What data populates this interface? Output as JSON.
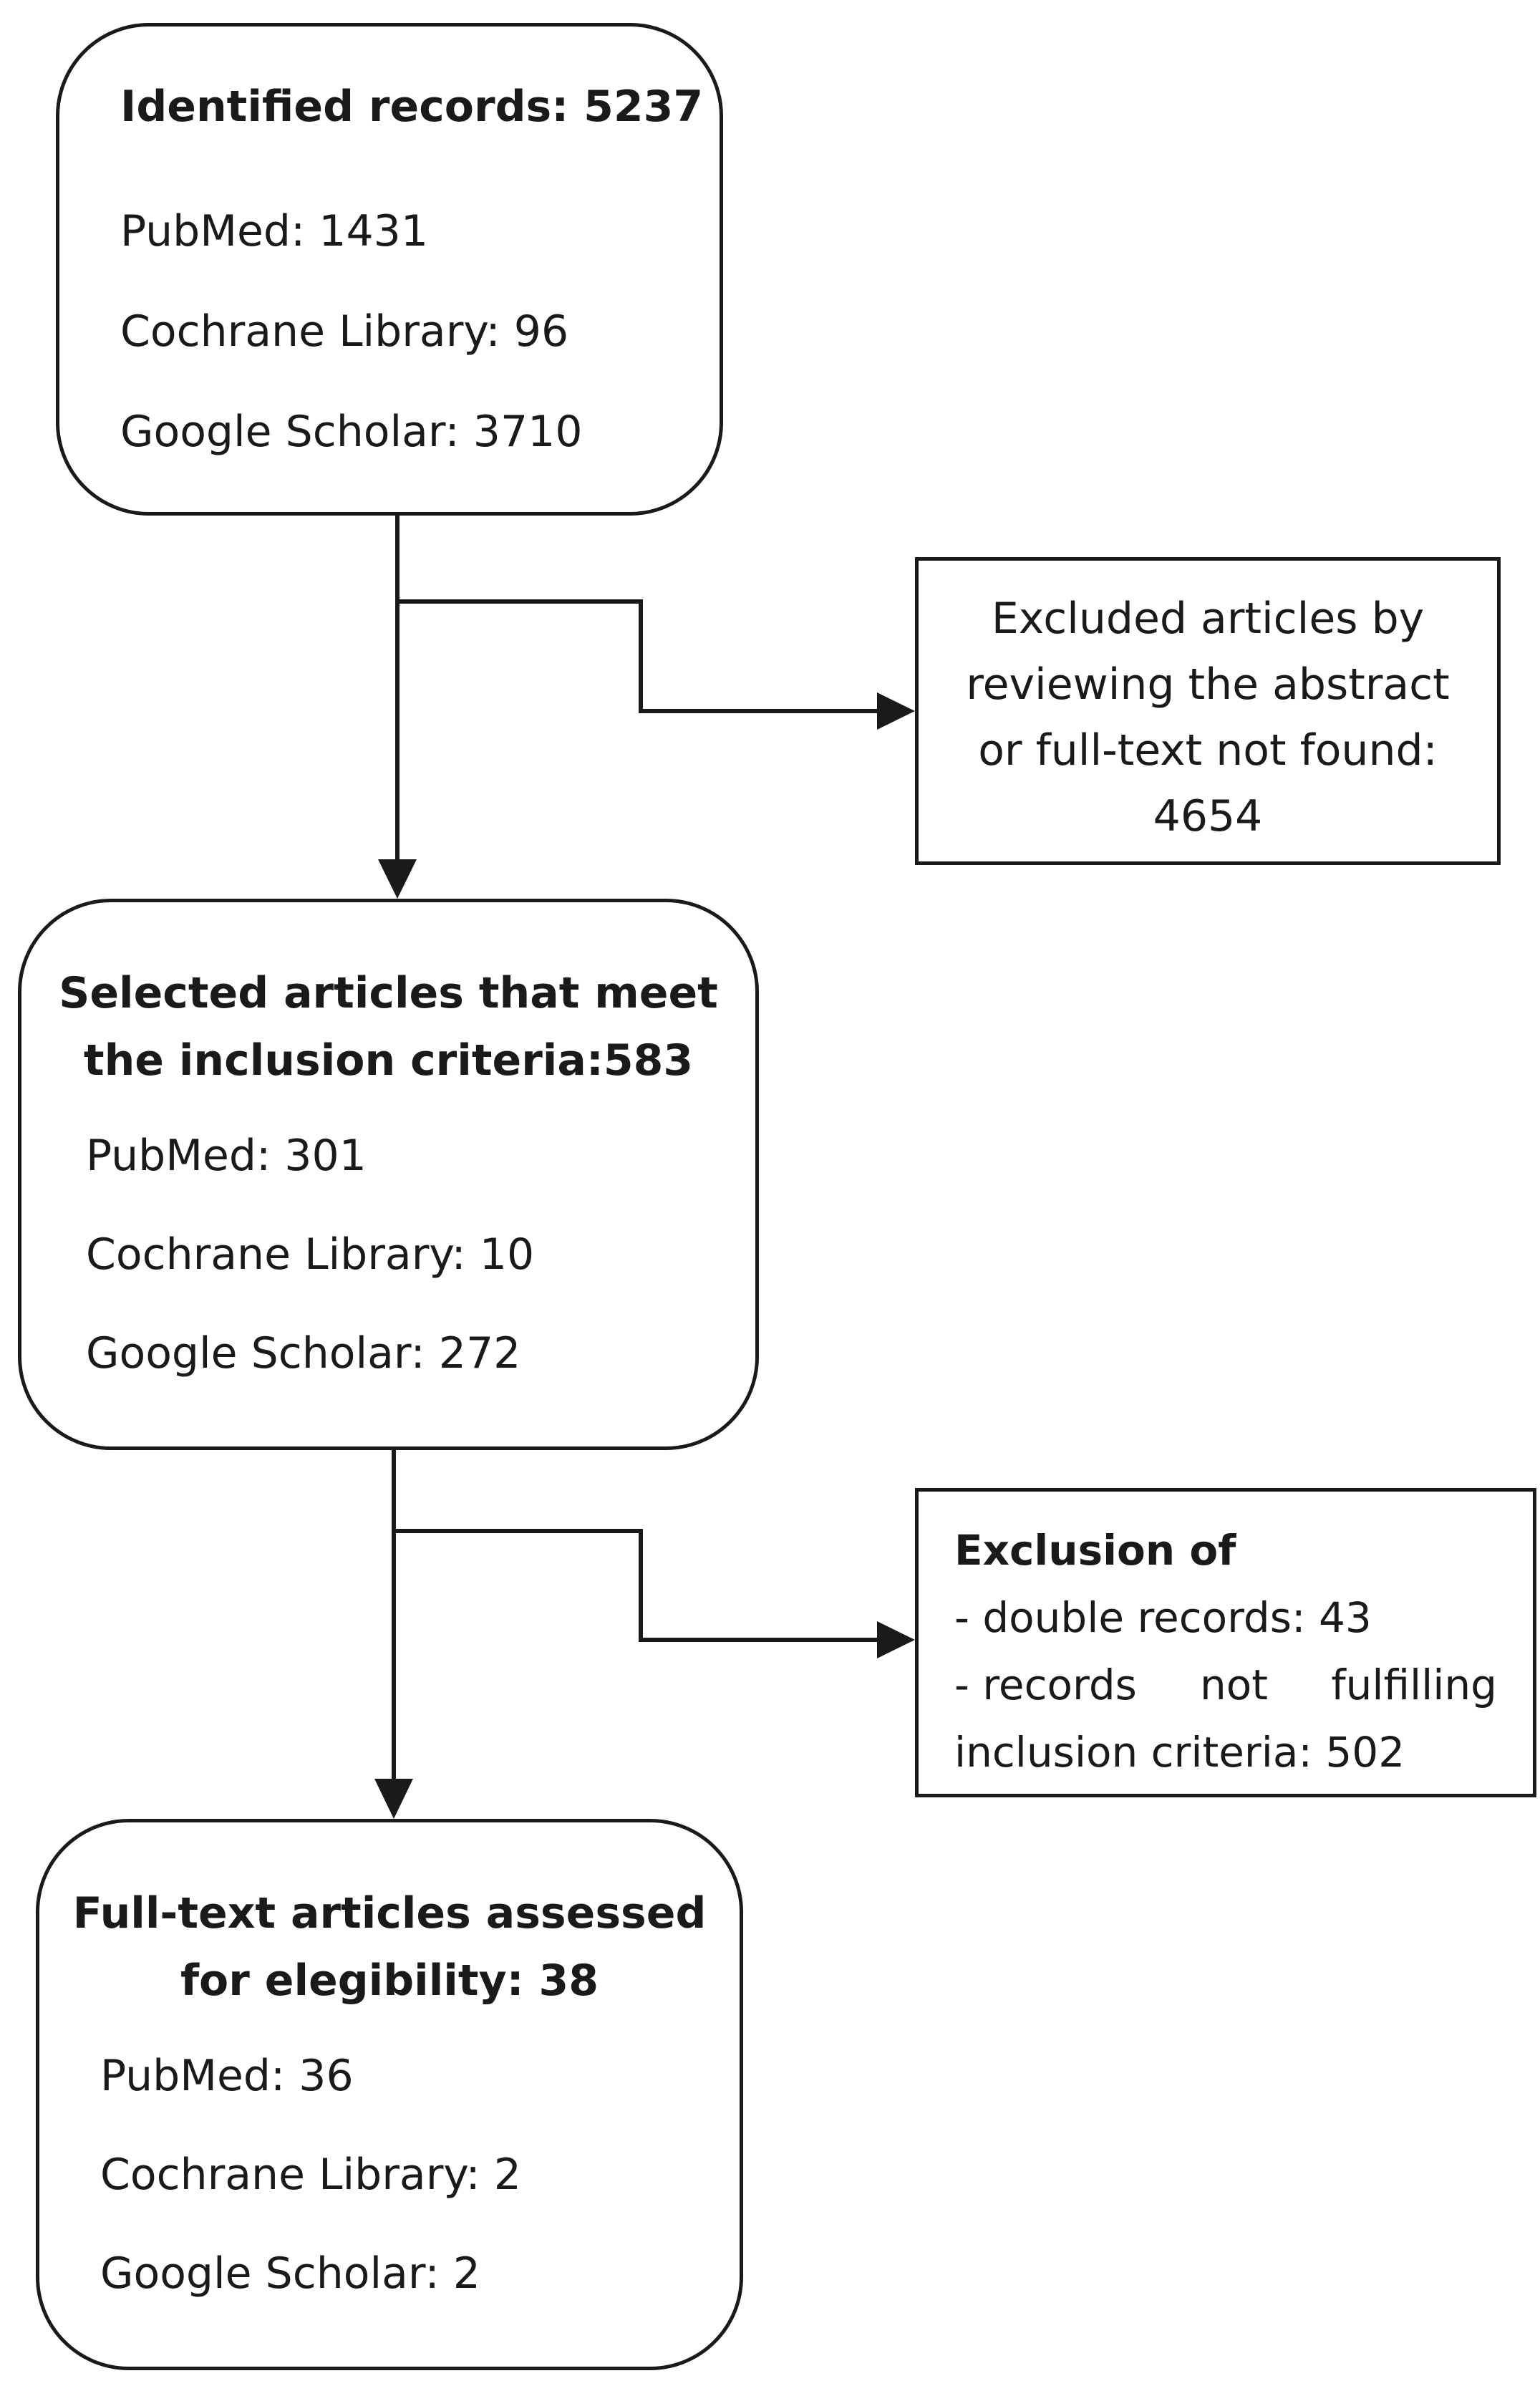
{
  "box1": {
    "title": "Identified records: 5237",
    "items": [
      "PubMed: 1431",
      "Cochrane Library: 96",
      "Google Scholar: 3710"
    ]
  },
  "excluded1": {
    "lines": [
      "Excluded articles by",
      "reviewing the abstract",
      "or full-text not found:",
      "4654"
    ]
  },
  "box2": {
    "title_line1": "Selected articles that meet",
    "title_line2": "the inclusion criteria:583",
    "items": [
      "PubMed: 301",
      "Cochrane Library: 10",
      "Google Scholar: 272"
    ]
  },
  "excluded2": {
    "title": "Exclusion of",
    "line1": "- double records: 43",
    "line2_words": [
      "- records",
      "not",
      "fulfilling"
    ],
    "line3": "inclusion criteria: 502"
  },
  "box3": {
    "title_line1": "Full-text articles assessed",
    "title_line2": "for elegibility: 38",
    "items": [
      "PubMed: 36",
      "Cochrane Library: 2",
      "Google Scholar: 2"
    ]
  }
}
